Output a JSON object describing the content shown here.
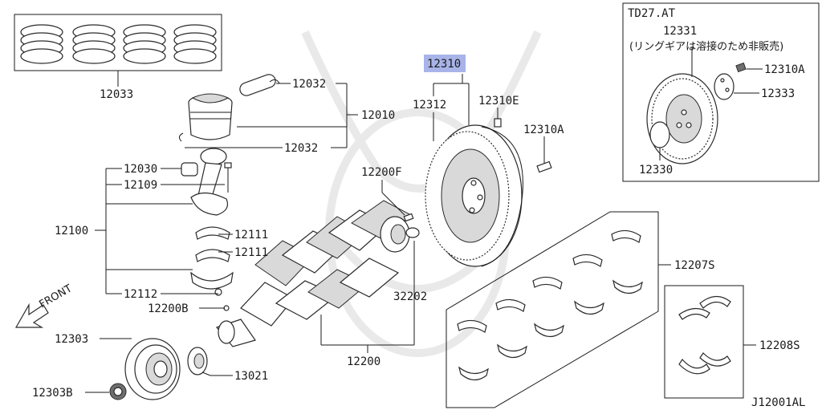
{
  "diagram": {
    "figure_code": "J12001AL",
    "highlight_color": "#a8b4e8",
    "front_label": "FRONT",
    "inset": {
      "title": "TD27.AT",
      "note": "(リングギアは溶接のため非販売)",
      "parts": [
        "12331",
        "12310A",
        "12333",
        "12330"
      ]
    },
    "parts": [
      {
        "id": "p12033",
        "number": "12033"
      },
      {
        "id": "p12032a",
        "number": "12032"
      },
      {
        "id": "p12010",
        "number": "12010"
      },
      {
        "id": "p12032b",
        "number": "12032"
      },
      {
        "id": "p12030",
        "number": "12030"
      },
      {
        "id": "p12109",
        "number": "12109"
      },
      {
        "id": "p12100",
        "number": "12100"
      },
      {
        "id": "p12111a",
        "number": "12111"
      },
      {
        "id": "p12111b",
        "number": "12111"
      },
      {
        "id": "p12112",
        "number": "12112"
      },
      {
        "id": "p12200B",
        "number": "12200B"
      },
      {
        "id": "p12303",
        "number": "12303"
      },
      {
        "id": "p13021",
        "number": "13021"
      },
      {
        "id": "p12303B",
        "number": "12303B"
      },
      {
        "id": "p12200",
        "number": "12200"
      },
      {
        "id": "p32202",
        "number": "32202"
      },
      {
        "id": "p12200F",
        "number": "12200F"
      },
      {
        "id": "p12310",
        "number": "12310"
      },
      {
        "id": "p12312",
        "number": "12312"
      },
      {
        "id": "p12310E",
        "number": "12310E"
      },
      {
        "id": "p12310A",
        "number": "12310A"
      },
      {
        "id": "p12207S",
        "number": "12207S"
      },
      {
        "id": "p12208S",
        "number": "12208S"
      }
    ]
  }
}
